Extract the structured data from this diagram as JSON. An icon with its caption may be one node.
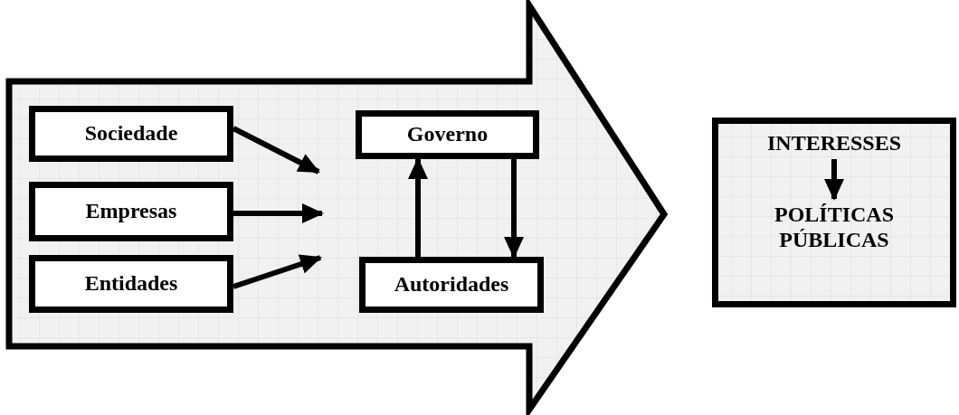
{
  "diagram": {
    "nodes": [
      {
        "text": [],
        "shape": "arrow"
      },
      {
        "text": [
          "Sociedade"
        ],
        "in": 0
      },
      {
        "text": [
          "Empresas"
        ],
        "in": 0
      },
      {
        "text": [
          "Entidades"
        ],
        "in": 0
      },
      {
        "text": [
          "Governo"
        ],
        "in": 0
      },
      {
        "text": [
          "Autoridades"
        ],
        "in": 0
      },
      {
        "text": [],
        "shape": "box"
      },
      {
        "text": [
          "INTERESSES"
        ],
        "in": 6
      },
      {
        "text": [
          "POLÍTICAS PÚBLICAS"
        ],
        "in": 6
      }
    ],
    "edges": [
      {
        "from": 1,
        "to": null,
        "arrow": "to"
      },
      {
        "from": 2,
        "to": null,
        "arrow": "to"
      },
      {
        "from": 3,
        "to": null,
        "arrow": "to"
      },
      {
        "from": 5,
        "to": 4,
        "arrow": "to"
      },
      {
        "from": 4,
        "to": 5,
        "arrow": "to"
      },
      {
        "from": 7,
        "to": 8,
        "arrow": "to"
      }
    ]
  }
}
